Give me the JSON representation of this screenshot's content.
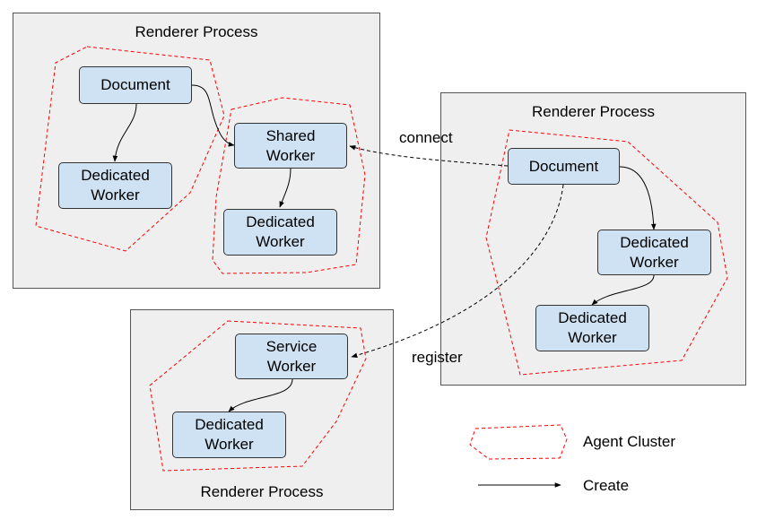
{
  "processes": {
    "p1": "Renderer Process",
    "p2": "Renderer Process",
    "p3": "Renderer Process"
  },
  "nodes": {
    "p1_document": "Document",
    "p1_dedicated": "Dedicated\nWorker",
    "p1_shared": "Shared\nWorker",
    "p1_shared_dedicated": "Dedicated\nWorker",
    "p2_document": "Document",
    "p2_dedicated1": "Dedicated\nWorker",
    "p2_dedicated2": "Dedicated\nWorker",
    "p3_service": "Service\nWorker",
    "p3_dedicated": "Dedicated\nWorker"
  },
  "edge_labels": {
    "connect": "connect",
    "register": "register"
  },
  "legend": {
    "agent_cluster": "Agent Cluster",
    "create": "Create"
  },
  "colors": {
    "cluster_outline": "#ff0000",
    "node_fill": "#cfe2f3",
    "process_fill": "#efefef"
  }
}
